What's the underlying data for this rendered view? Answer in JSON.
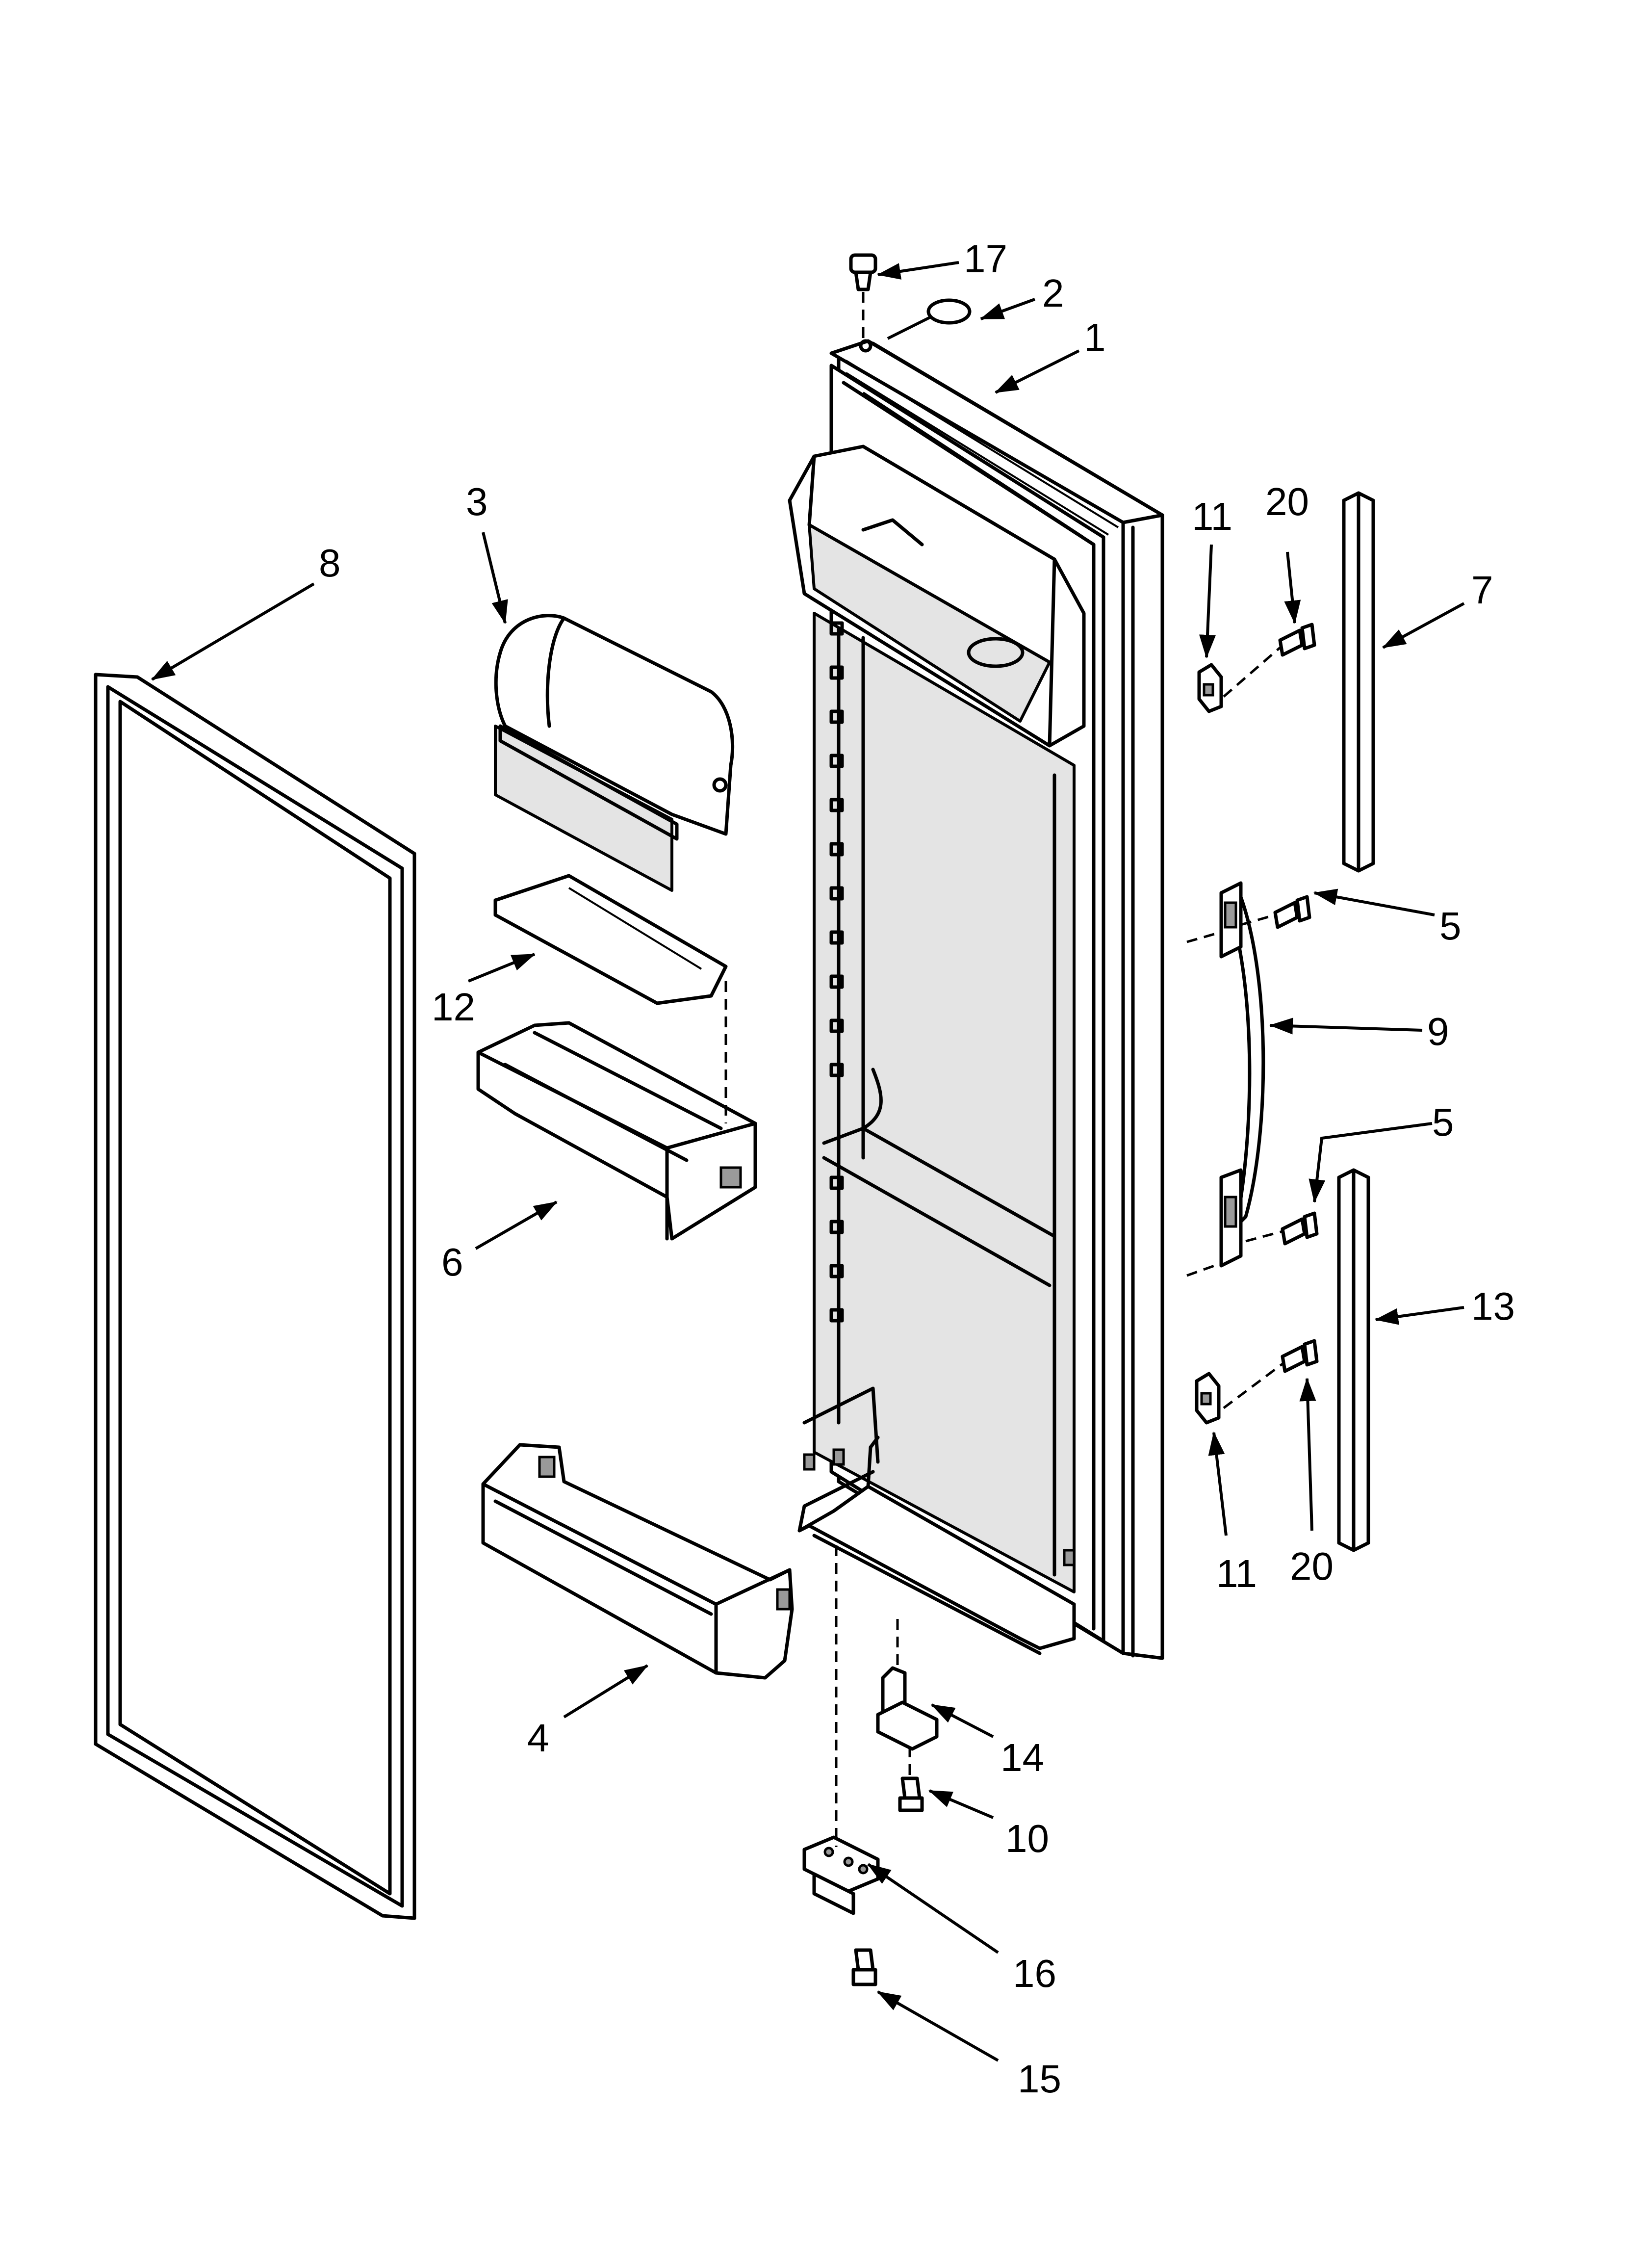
{
  "diagram": {
    "callouts": {
      "c1": "1",
      "c2": "2",
      "c3": "3",
      "c4": "4",
      "c5a": "5",
      "c5b": "5",
      "c6": "6",
      "c7": "7",
      "c8": "8",
      "c9": "9",
      "c10": "10",
      "c11a": "11",
      "c11b": "11",
      "c12": "12",
      "c13": "13",
      "c14": "14",
      "c15": "15",
      "c16": "16",
      "c17": "17",
      "c20a": "20",
      "c20b": "20"
    }
  }
}
